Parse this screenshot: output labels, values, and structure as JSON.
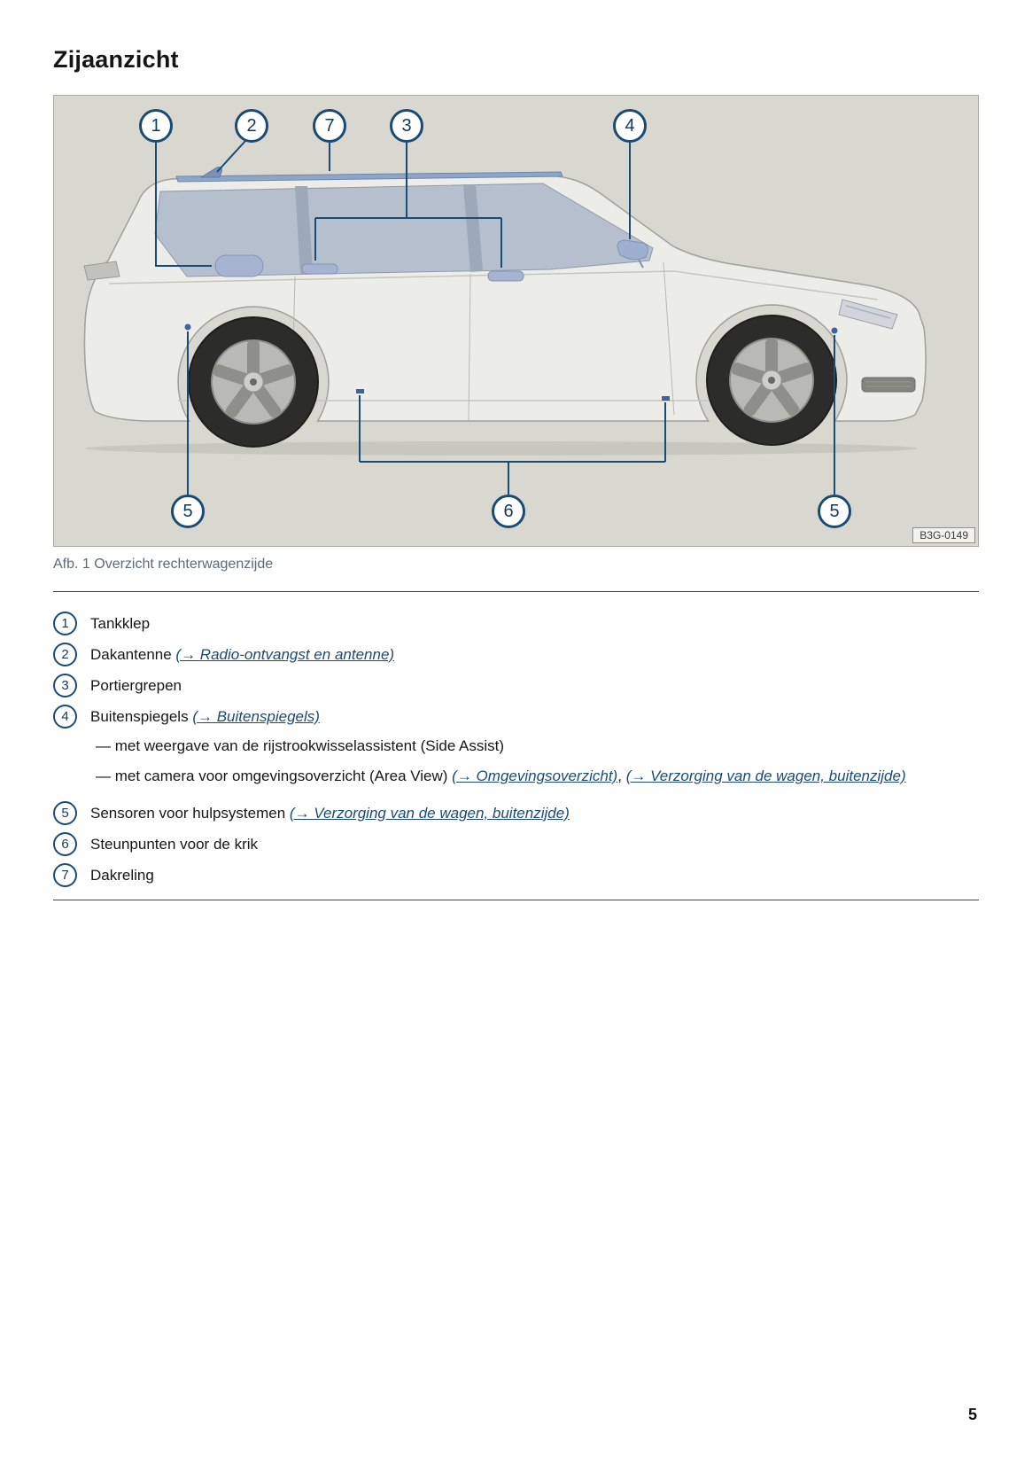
{
  "page": {
    "title": "Zijaanzicht",
    "number": "5"
  },
  "figure": {
    "caption": "Afb. 1 Overzicht rechterwagenzijde",
    "image_code": "B3G-0149",
    "callouts": [
      {
        "label": "1"
      },
      {
        "label": "2"
      },
      {
        "label": "7"
      },
      {
        "label": "3"
      },
      {
        "label": "4"
      },
      {
        "label": "5"
      },
      {
        "label": "6"
      },
      {
        "label": "5"
      }
    ]
  },
  "legend": {
    "item1": {
      "num": "1",
      "text": "Tankklep"
    },
    "item2": {
      "num": "2",
      "text": "Dakantenne ",
      "link": "(→ Radio-ontvangst en antenne)"
    },
    "item3": {
      "num": "3",
      "text": "Portiergrepen"
    },
    "item4": {
      "num": "4",
      "text": "Buitenspiegels ",
      "link": "(→ Buitenspiegels)",
      "sub1": "— met weergave van de rijstrookwisselassistent (Side Assist)",
      "sub2_text": "— met camera voor omgevingsoverzicht (Area View) ",
      "sub2_link1": "(→ Omgevingsoverzicht)",
      "sub2_sep": ", ",
      "sub2_link2": "(→ Verzorging van de wagen, buitenzijde)"
    },
    "item5": {
      "num": "5",
      "text": "Sensoren voor hulpsystemen ",
      "link": "(→ Verzorging van de wagen, buitenzijde)"
    },
    "item6": {
      "num": "6",
      "text": "Steunpunten voor de krik"
    },
    "item7": {
      "num": "7",
      "text": "Dakreling"
    }
  }
}
